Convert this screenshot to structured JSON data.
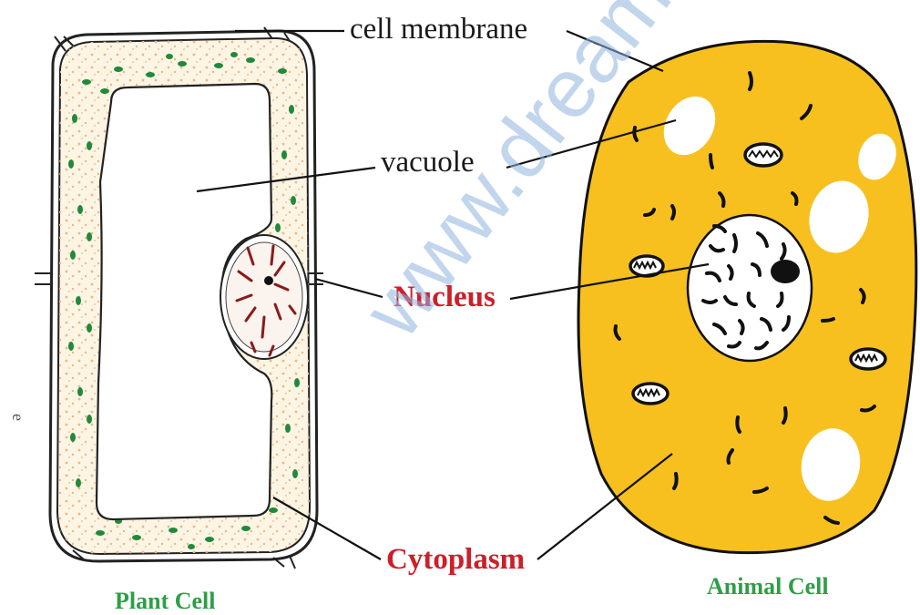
{
  "labels": {
    "cell_membrane": "cell membrane",
    "vacuole": "vacuole",
    "nucleus": "Nucleus",
    "cytoplasm": "Cytoplasm",
    "plant_cell": "Plant Cell",
    "animal_cell": "Animal Cell"
  },
  "watermark": "www.dream",
  "stray_mark": "e",
  "colors": {
    "animal_cytoplasm": "#f7c01f",
    "plant_cytoplasm": "#fdf5e4",
    "plant_chloroplast": "#1f8a3a",
    "plant_nucleus_chromatin": "#8b1a1a",
    "label_red": "#cc1f2a",
    "label_green": "#2e9e47"
  }
}
